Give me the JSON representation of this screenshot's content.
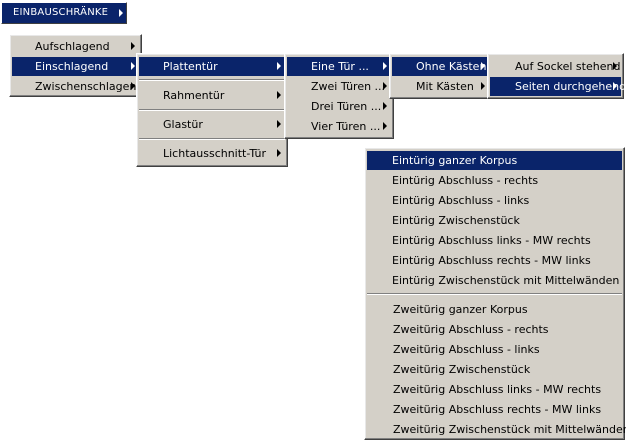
{
  "top_menu": {
    "label": "EINBAUSCHRÄNKE"
  },
  "menu1": {
    "items": [
      "Aufschlagend",
      "Einschlagend",
      "Zwischenschlagend"
    ]
  },
  "menu2": {
    "items": [
      "Plattentür",
      "Rahmentür",
      "Glastür",
      "Lichtausschnitt-Tür"
    ]
  },
  "menu3": {
    "items": [
      "Eine Tür ...",
      "Zwei Türen ...",
      "Drei Türen ...",
      "Vier Türen ..."
    ]
  },
  "menu4": {
    "items": [
      "Ohne Kästen",
      "Mit Kästen"
    ]
  },
  "menu5": {
    "items": [
      "Auf Sockel stehend",
      "Seiten durchgehend"
    ]
  },
  "menu6": {
    "group1": [
      "Eintürig ganzer Korpus",
      "Eintürig Abschluss - rechts",
      "Eintürig Abschluss - links",
      "Eintürig Zwischenstück",
      "Eintürig Abschluss links - MW rechts",
      "Eintürig Abschluss rechts - MW links",
      "Eintürig Zwischenstück mit Mittelwänden"
    ],
    "group2": [
      "Zweitürig ganzer Korpus",
      "Zweitürig Abschluss - rechts",
      "Zweitürig Abschluss - links",
      "Zweitürig Zwischenstück",
      "Zweitürig Abschluss links - MW rechts",
      "Zweitürig Abschluss rechts - MW links",
      "Zweitürig Zwischenstück mit Mittelwänden"
    ]
  }
}
